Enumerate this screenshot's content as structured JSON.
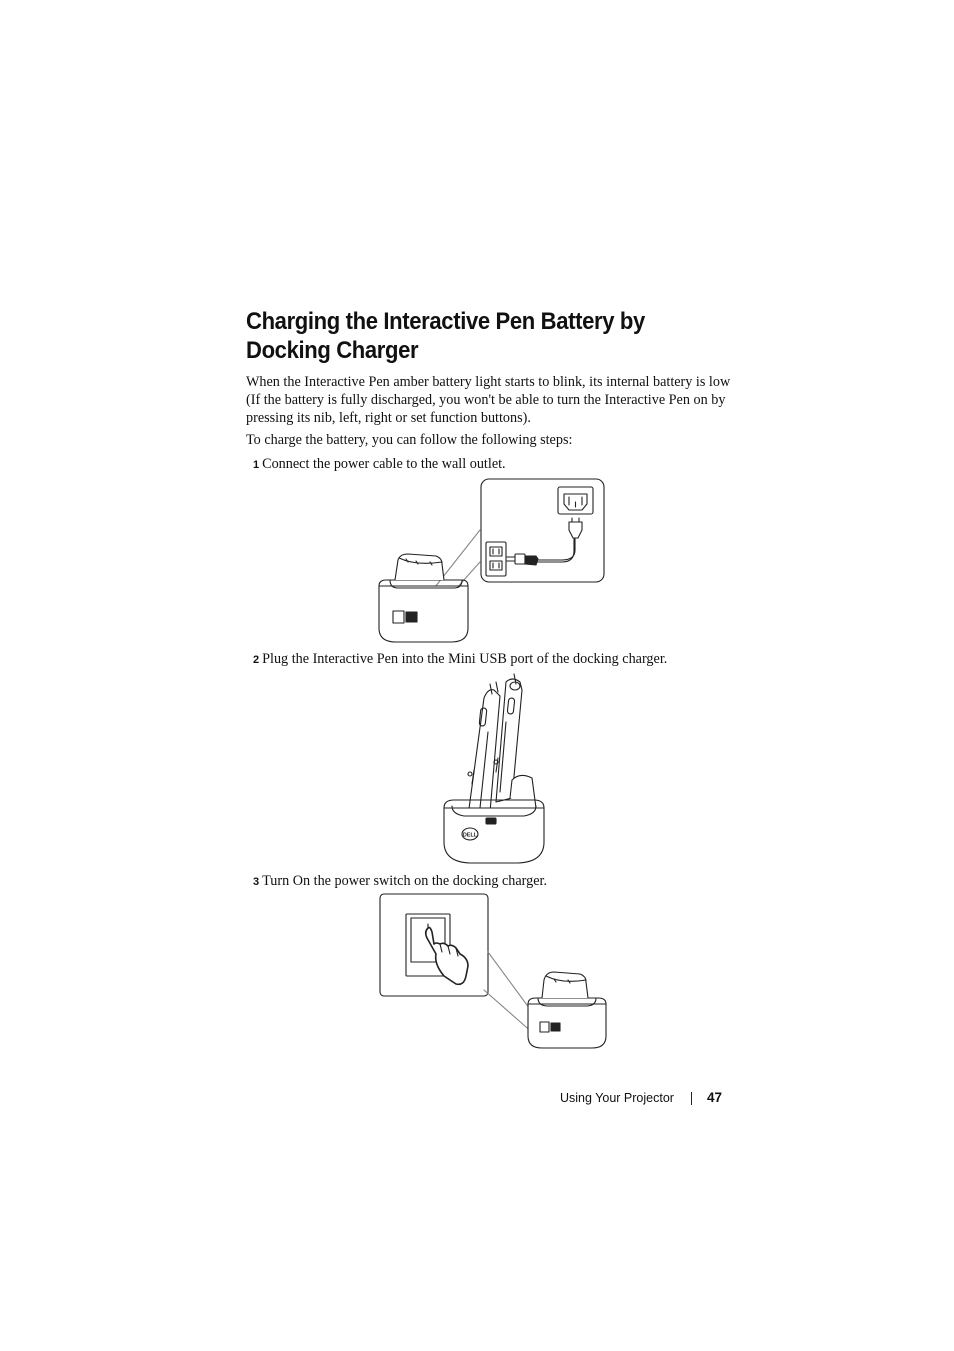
{
  "heading": {
    "line1": "Charging the Interactive Pen Battery by",
    "line2": "Docking Charger"
  },
  "intro": "When the Interactive Pen amber battery light starts to blink, its internal battery is low (If the battery is fully discharged, you won't be able to turn the Interactive Pen on by pressing its nib, left, right or set function buttons).",
  "lead": "To charge the battery, you can follow the following steps:",
  "steps": [
    {
      "num": "1",
      "text": "Connect the power cable to the wall outlet."
    },
    {
      "num": "2",
      "text": "Plug the Interactive Pen into the Mini USB port of the docking charger."
    },
    {
      "num": "3",
      "text": "Turn On the power switch on the docking charger."
    }
  ],
  "figures": {
    "fig2_logo": "DELL"
  },
  "footer": {
    "section": "Using Your Projector",
    "page": "47"
  }
}
